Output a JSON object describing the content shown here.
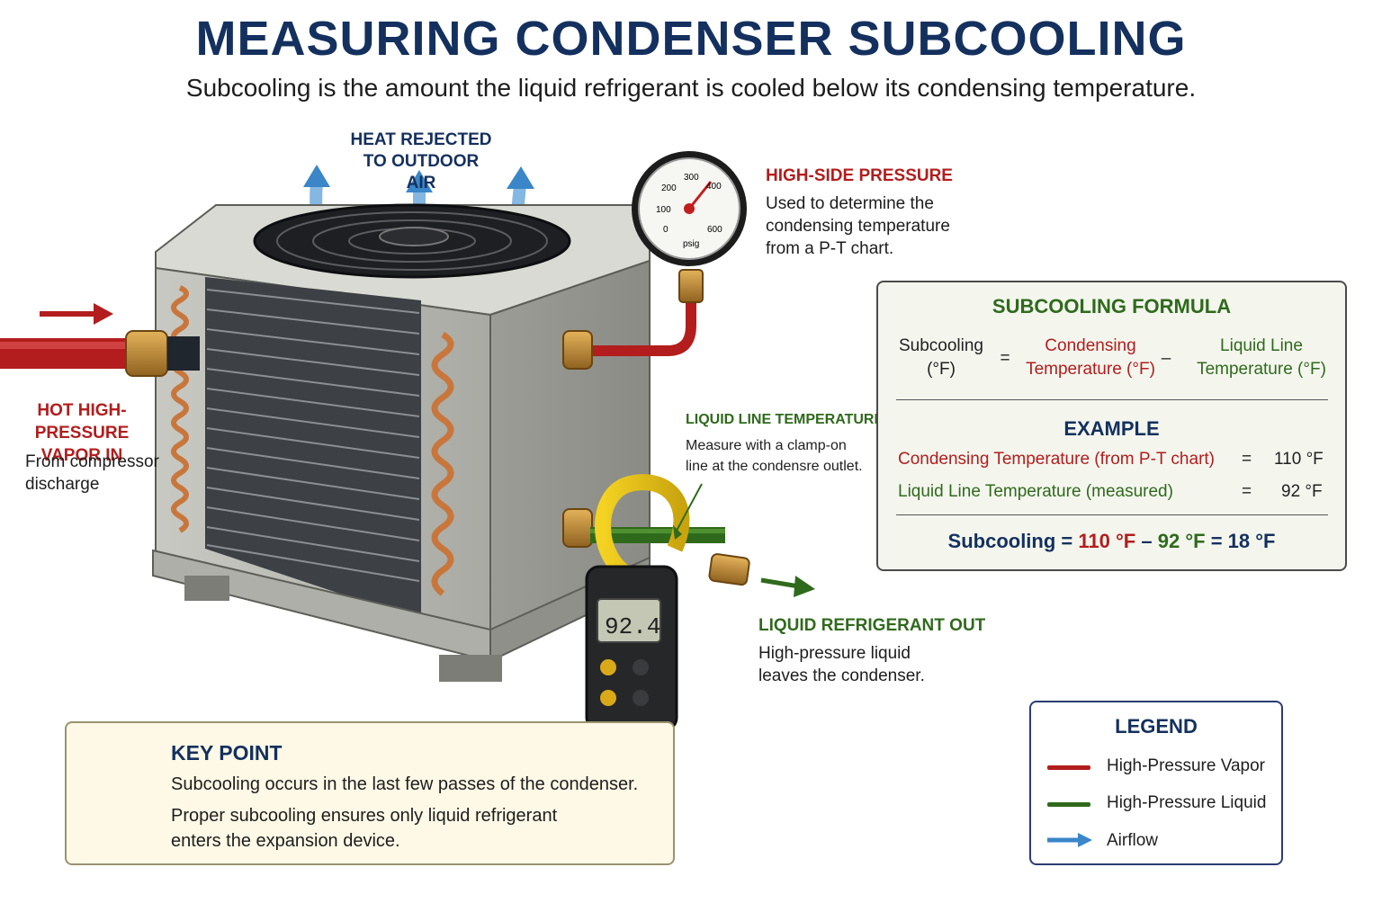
{
  "title": "MEASURING CONDENSER SUBCOOLING",
  "subtitle": "Subcooling is the amount the liquid refrigerant is cooled below its condensing temperature.",
  "heat": {
    "line1": "HEAT REJECTED",
    "line2": "TO OUTDOOR AIR"
  },
  "vapor_in": {
    "title1": "HOT HIGH-PRESSURE",
    "title2": "VAPOR IN",
    "desc1": "From compressor",
    "desc2": "discharge"
  },
  "gauge": {
    "ticks": [
      "0",
      "100",
      "200",
      "300",
      "400",
      "600"
    ],
    "unit": "psig"
  },
  "high_side": {
    "title": "HIGH-SIDE PRESSURE",
    "desc1": "Used to determine the",
    "desc2": "condensing temperature",
    "desc3": "from a P-T chart."
  },
  "liquid_temp": {
    "title": "LIQUID LINE TEMPERATURE",
    "desc1": "Measure with a clamp-on",
    "desc2": "line at the condensre outlet."
  },
  "meter": {
    "reading": "92.4"
  },
  "liquid_out": {
    "title": "LIQUID REFRIGERANT OUT",
    "desc1": "High-pressure liquid",
    "desc2": "leaves the condenser."
  },
  "formula": {
    "heading": "SUBCOOLING FORMULA",
    "lhs1": "Subcooling",
    "lhs2": "(°F)",
    "eq": "=",
    "term1_1": "Condensing",
    "term1_2": "Temperature (°F)",
    "minus": "–",
    "term2_1": "Liquid Line",
    "term2_2": "Temperature (°F)",
    "example_heading": "EXAMPLE",
    "row1_label": "Condensing Temperature (from P-T chart)",
    "row1_eq": "=",
    "row1_value": "110 °F",
    "row2_label": "Liquid Line Temperature (measured)",
    "row2_eq": "=",
    "row2_value": "92 °F",
    "result_a": "Subcooling =",
    "result_b": "110 °F",
    "result_c": "–",
    "result_d": "92 °F",
    "result_e": "= 18 °F"
  },
  "key_point": {
    "title": "KEY POINT",
    "line1": "Subcooling occurs in the last few passes of the condenser.",
    "line2": "Proper subcooling ensures only liquid refrigerant",
    "line3": "enters the expansion device."
  },
  "legend": {
    "title": "LEGEND",
    "items": [
      {
        "label": "High-Pressure Vapor",
        "color": "#b31d1d"
      },
      {
        "label": "High-Pressure Liquid",
        "color": "#2f6a1c"
      },
      {
        "label": "Airflow",
        "color": "#3a86c8"
      }
    ]
  },
  "colors": {
    "navy": "#14305e",
    "red": "#b31d1d",
    "green": "#2f6a1c",
    "blue": "#3a86c8",
    "copper": "#c9763c"
  }
}
